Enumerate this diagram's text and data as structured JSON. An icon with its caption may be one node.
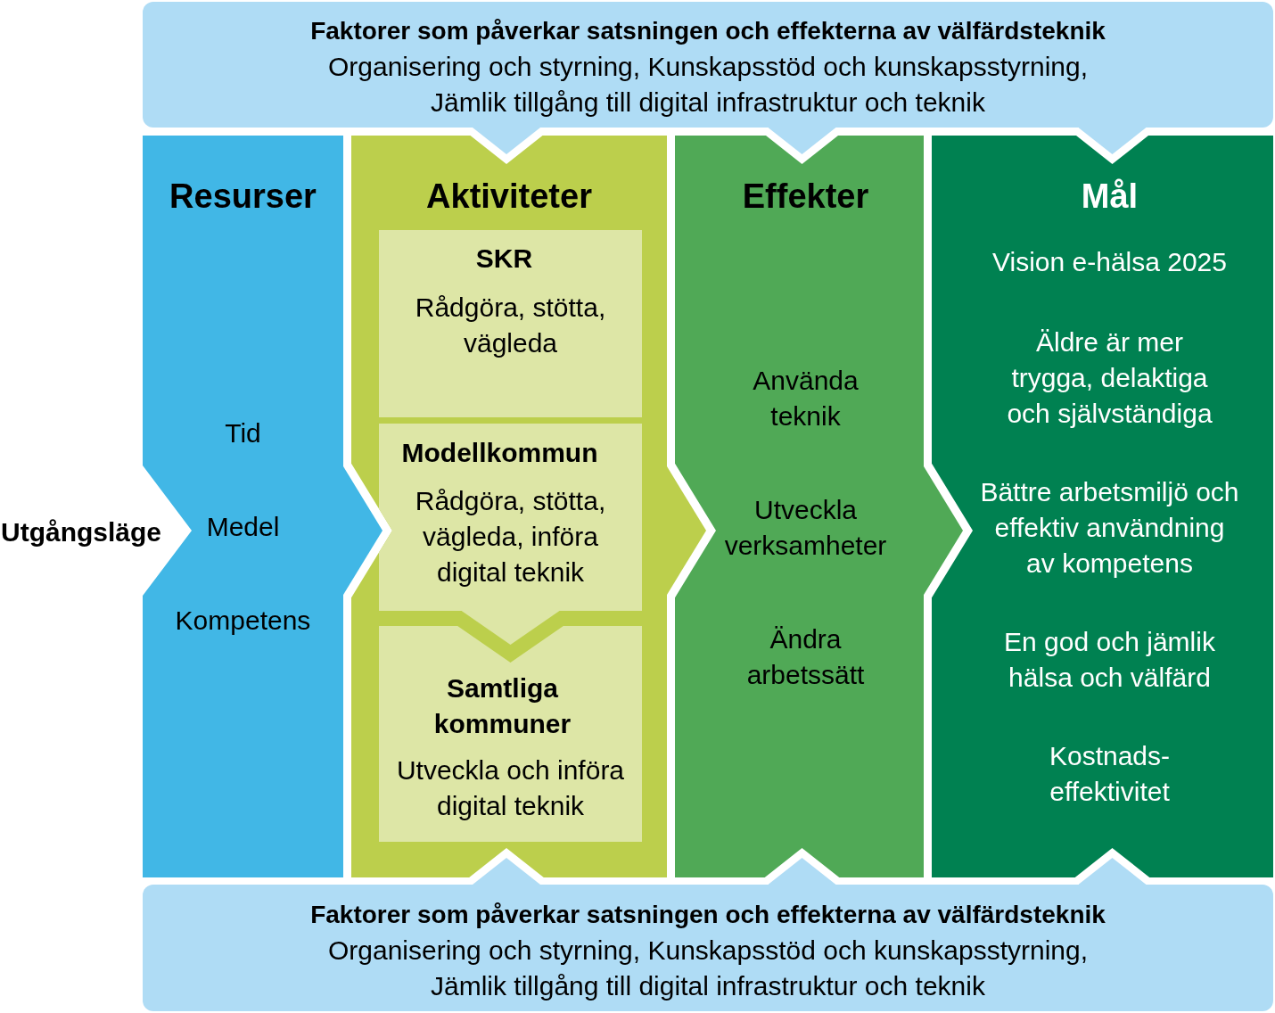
{
  "diagram": {
    "nodes": [
      {
        "text": [
          "Faktorer som påverkar satsningen och effekterna av välfärdsteknik",
          "Organisering och styrning, Kunskapsstöd och kunskapsstyrning, Jämlik tillgång till digital infrastruktur och teknik"
        ]
      },
      {
        "text": [
          "Resurser",
          "Tid",
          "Medel",
          "Kompetens"
        ]
      },
      {
        "text": [
          "Aktiviteter"
        ]
      },
      {
        "text": [
          "SKR",
          "Rådgöra, stötta, vägleda"
        ],
        "in": 2
      },
      {
        "text": [
          "Modellkommun",
          "Rådgöra, stötta, vägleda, införa digital teknik"
        ],
        "in": 2
      },
      {
        "text": [
          "Samtliga kommuner",
          "Utveckla och införa digital teknik"
        ],
        "in": 2
      },
      {
        "text": [
          "Effekter",
          "Använda teknik",
          "Utveckla verksamheter",
          "Ändra arbetssätt"
        ]
      },
      {
        "text": [
          "Mål",
          "Vision e-hälsa 2025",
          "Äldre är mer trygga, delaktiga och självständiga",
          "Bättre arbetsmiljö och effektiv användning av kompetens",
          "En god och jämlik hälsa och välfärd",
          "Kostnads-effektivitet"
        ]
      },
      {
        "text": [
          "Faktorer som påverkar satsningen och effekterna av välfärdsteknik",
          "Organisering och styrning, Kunskapsstöd och kunskapsstyrning, Jämlik tillgång till digital infrastruktur och teknik"
        ]
      }
    ],
    "edges": [
      {
        "from": 0,
        "to": 2,
        "arrow": "to"
      },
      {
        "from": 0,
        "to": 6,
        "arrow": "to"
      },
      {
        "from": 0,
        "to": 7,
        "arrow": "to"
      },
      {
        "from": 1,
        "to": 2,
        "arrow": "to",
        "color": "#41b7e6"
      },
      {
        "from": 4,
        "to": 5,
        "arrow": "to",
        "color": "#dde6a6"
      },
      {
        "from": 2,
        "to": 6,
        "arrow": "to",
        "color": "#bccf4c"
      },
      {
        "from": 6,
        "to": 7,
        "arrow": "to",
        "color": "#50a956"
      },
      {
        "from": 8,
        "to": 2,
        "arrow": "to"
      },
      {
        "from": 8,
        "to": 6,
        "arrow": "to"
      },
      {
        "from": 8,
        "to": 7,
        "arrow": "to"
      }
    ],
    "labels": [
      "Utgångsläge"
    ]
  }
}
